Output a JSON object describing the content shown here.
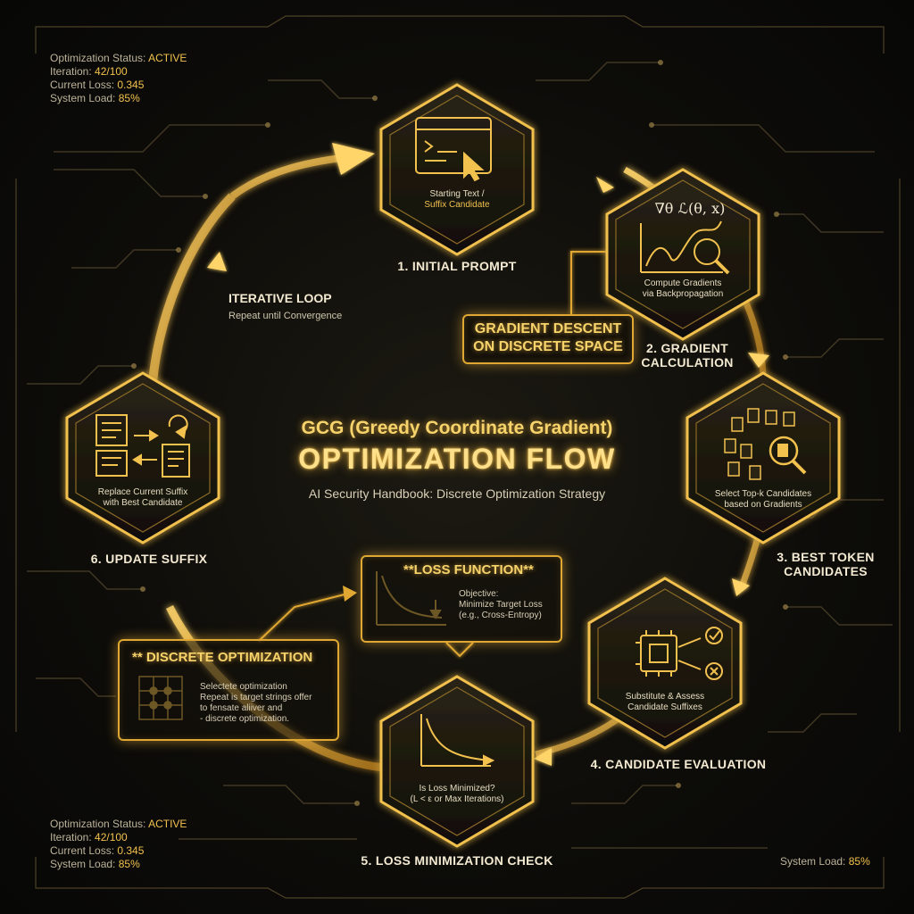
{
  "status_top": {
    "status_label": "Optimization Status: ",
    "status_value": "ACTIVE",
    "iteration_label": "Iteration: ",
    "iteration_value": "42/100",
    "loss_label": "Current Loss: ",
    "loss_value": "0.345",
    "load_label": "System Load: ",
    "load_value": "85%"
  },
  "status_bottom": {
    "status_label": "Optimization Status: ",
    "status_value": "ACTIVE",
    "iteration_label": "Iteration: ",
    "iteration_value": "42/100",
    "loss_label": "Current Loss: ",
    "loss_value": "0.345",
    "load_label": "System Load: ",
    "load_value": "85%"
  },
  "status_right": {
    "load_label": "System Load: ",
    "load_value": "85%"
  },
  "title": {
    "line1": "GCG (Greedy Coordinate Gradient)",
    "line2": "OPTIMIZATION FLOW",
    "subtitle": "AI Security Handbook: Discrete Optimization Strategy"
  },
  "steps": {
    "s1": {
      "label": "1. INITIAL PROMPT",
      "text1": "Starting Text /",
      "text2": "Suffix Candidate"
    },
    "s2": {
      "label1": "2. GRADIENT",
      "label2": "CALCULATION",
      "formula": "∇θ ℒ(θ, x)",
      "text1": "Compute Gradients",
      "text2": "via Backpropagation"
    },
    "s3": {
      "label1": "3. BEST TOKEN",
      "label2": "CANDIDATES",
      "text1": "Select Top-k Candidates",
      "text2": "based on Gradients"
    },
    "s4": {
      "label": "4. CANDIDATE EVALUATION",
      "text1": "Substitute & Assess",
      "text2": "Candidate Suffixes"
    },
    "s5": {
      "label": "5. LOSS MINIMIZATION CHECK",
      "text1": "Is Loss Minimized?",
      "text2": "(L < ε or Max Iterations)"
    },
    "s6": {
      "label": "6. UPDATE SUFFIX",
      "text1": "Replace Current Suffix",
      "text2": "with Best Candidate"
    }
  },
  "loop": {
    "title": "ITERATIVE LOOP",
    "subtitle": "Repeat until Convergence"
  },
  "callout": {
    "line1": "GRADIENT DESCENT",
    "line2": "ON DISCRETE SPACE"
  },
  "loss_box": {
    "title": "**LOSS FUNCTION**",
    "line1": "Objective:",
    "line2": "Minimize Target Loss",
    "line3": "(e.g., Cross-Entropy)"
  },
  "discrete_box": {
    "title": "** DISCRETE OPTIMIZATION",
    "line1": "Selectete optimization",
    "line2": "Repeat is target strings offer",
    "line3": "to fensate aliiver and",
    "line4": "- discrete optimization."
  },
  "colors": {
    "gold": "#f2c14e",
    "gold_dark": "#b37f1d",
    "background": "#0d0c09"
  },
  "icons": {
    "s1": "code-window-cursor-icon",
    "s2": "gradient-chart-magnifier-icon",
    "s3": "document-cluster-search-icon",
    "s4": "chip-check-cross-icon",
    "s5": "loss-curve-icon",
    "s6": "swap-suffix-icon"
  }
}
